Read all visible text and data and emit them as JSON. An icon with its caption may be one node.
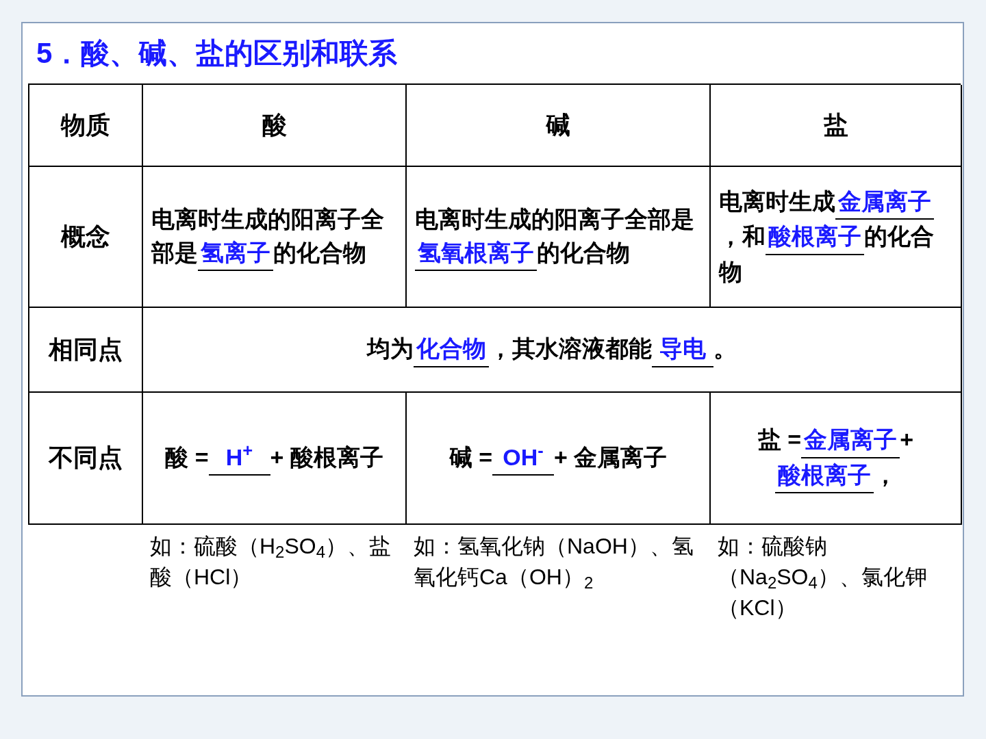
{
  "diagram": {
    "title": "5．酸、碱、盐的区别和联系",
    "labels": [
      "物质",
      "酸",
      "碱",
      "盐",
      "概念",
      "电离时生成的阳离子全部是",
      "氢离子",
      "的化合物",
      "电离时生成的阳离子全部是",
      "氢氧根离子",
      "的化合物",
      "电离时生成",
      "金属离子",
      "，和",
      "酸根离子",
      "的化合物",
      "相同点",
      "均为",
      "化合物",
      "，其水溶液都能",
      "导电",
      "。",
      "不同点",
      "酸 =",
      "H$^{+}$",
      "+ 酸根离子",
      "碱 =",
      "OH$^{-}$",
      "+ 金属离子",
      "盐 =",
      "金属离子",
      "+",
      "酸根离子",
      "，",
      "如：硫酸（H$_{2}$SO$_{4}$）、盐酸（HCl）",
      "如：氢氧化钠（NaOH）、氢氧化钙Ca（OH）$_{2}$",
      "如：硫酸钠（Na$_{2}$SO$_{4}$）、氯化钾（KCl）"
    ]
  }
}
